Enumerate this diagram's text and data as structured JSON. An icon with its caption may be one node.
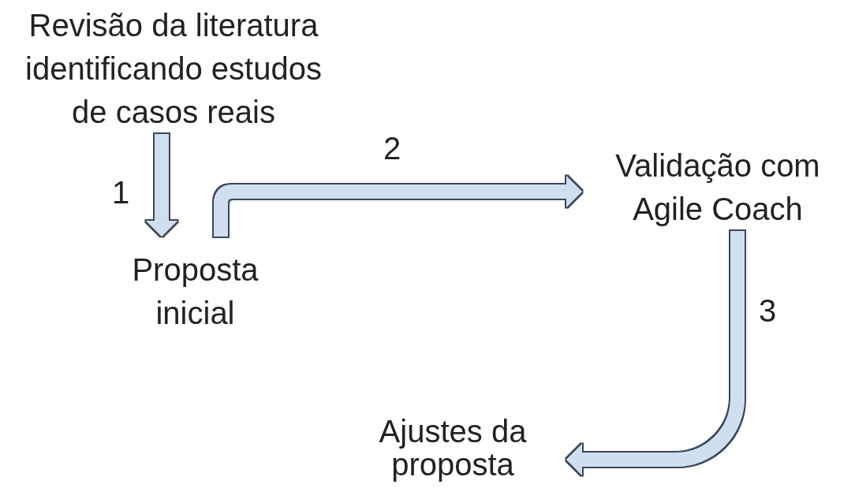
{
  "diagram": {
    "nodes": [
      {
        "text": [
          "Revisão da literatura identificando estudos de casos reais"
        ]
      },
      {
        "text": [
          "Proposta inicial"
        ]
      },
      {
        "text": [
          "Validação com Agile Coach"
        ]
      },
      {
        "text": [
          "Ajustes da proposta"
        ]
      }
    ],
    "edges": [
      {
        "from": 0,
        "to": 1,
        "arrow": "to",
        "label": "1"
      },
      {
        "from": 1,
        "to": 2,
        "arrow": "to",
        "label": "2"
      },
      {
        "from": 2,
        "to": 3,
        "arrow": "to",
        "label": "3"
      }
    ]
  }
}
